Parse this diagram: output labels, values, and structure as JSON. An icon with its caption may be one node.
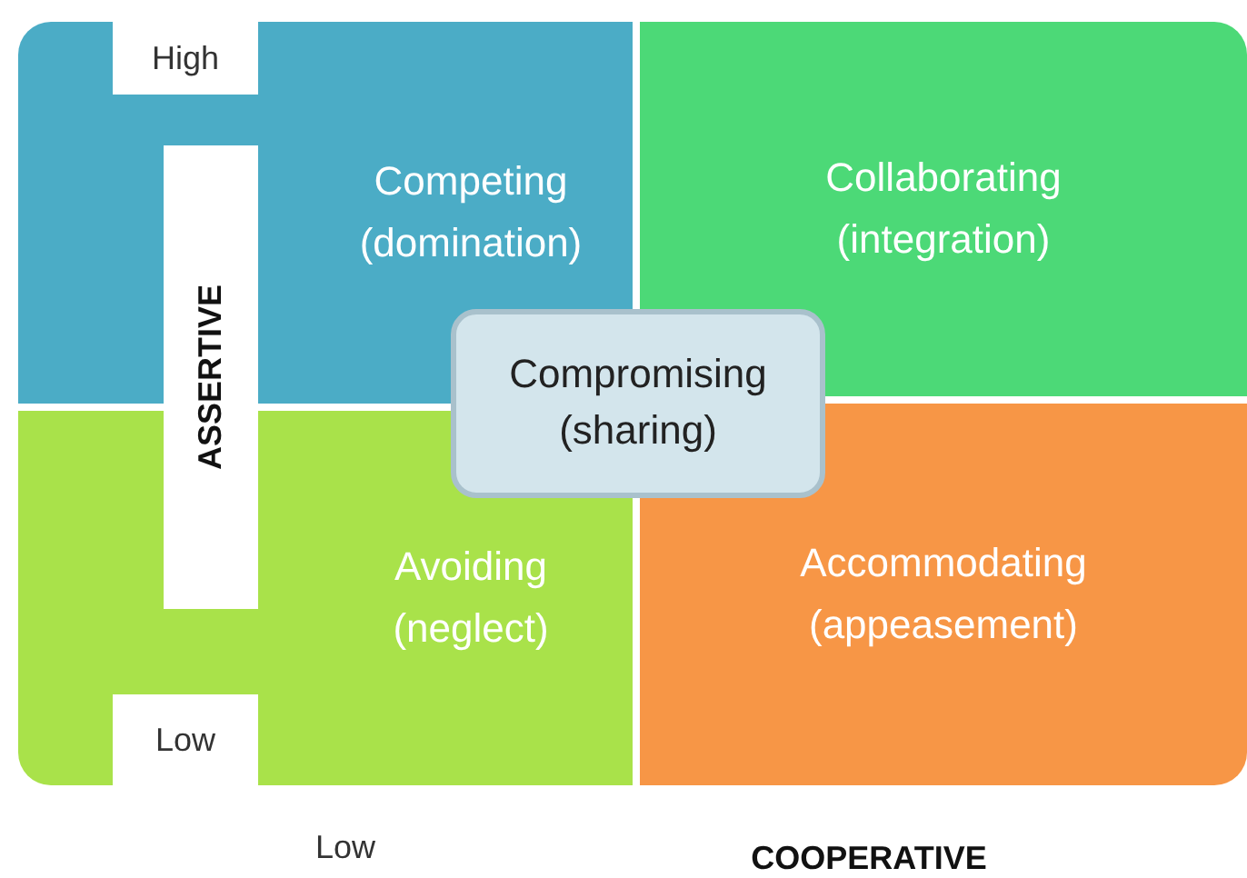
{
  "diagram": {
    "nodes": [
      {
        "text": [
          "Competing",
          "(domination)"
        ]
      },
      {
        "text": [
          "Collaborating",
          "(integration)"
        ]
      },
      {
        "text": [
          "Avoiding",
          "(neglect)"
        ]
      },
      {
        "text": [
          "Accommodating",
          "(appeasement)"
        ]
      },
      {
        "text": [
          "Compromising",
          "(sharing)"
        ]
      }
    ],
    "edges": [],
    "labels": [
      "High",
      "ASSERTIVE",
      "Low",
      "Low",
      "COOPERATIVE"
    ]
  }
}
